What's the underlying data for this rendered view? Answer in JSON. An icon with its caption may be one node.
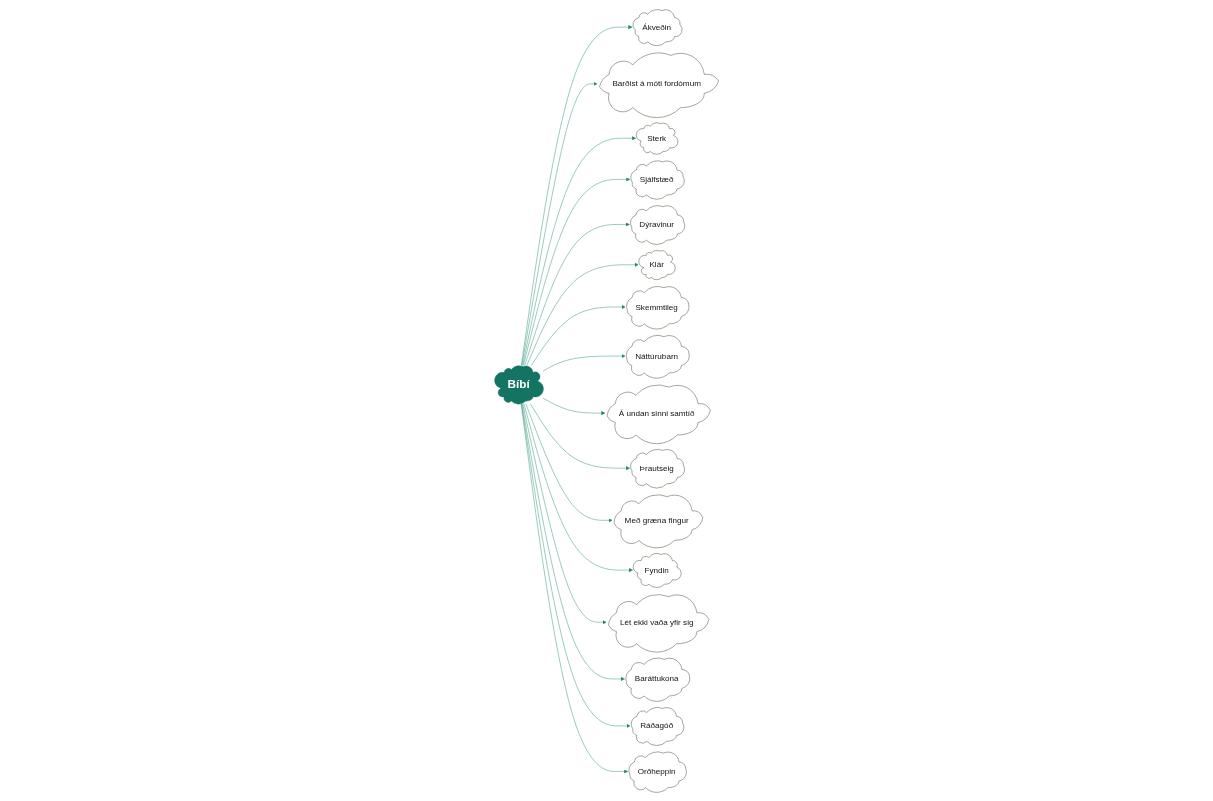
{
  "diagram": {
    "nodes": [
      {
        "text": [
          "Bíbí"
        ]
      },
      {
        "text": [
          "Ákveðin"
        ]
      },
      {
        "text": [
          "Barðist á móti fordómum"
        ]
      },
      {
        "text": [
          "Sterk"
        ]
      },
      {
        "text": [
          "Sjálfstæð"
        ]
      },
      {
        "text": [
          "Dýravinur"
        ]
      },
      {
        "text": [
          "Klár"
        ]
      },
      {
        "text": [
          "Skemmtileg"
        ]
      },
      {
        "text": [
          "Náttúrubarn"
        ]
      },
      {
        "text": [
          "Á undan sinni samtíð"
        ]
      },
      {
        "text": [
          "Þrautseig"
        ]
      },
      {
        "text": [
          "Með græna fingur"
        ]
      },
      {
        "text": [
          "Fyndin"
        ]
      },
      {
        "text": [
          "Lét ekki vaða yfir sig"
        ]
      },
      {
        "text": [
          "Baráttukona"
        ]
      },
      {
        "text": [
          "Ráðagóð"
        ]
      },
      {
        "text": [
          "Orðheppin"
        ]
      }
    ],
    "edges": [
      {
        "from": 0,
        "to": 1,
        "arrow": "to"
      },
      {
        "from": 0,
        "to": 2,
        "arrow": "to"
      },
      {
        "from": 0,
        "to": 3,
        "arrow": "to"
      },
      {
        "from": 0,
        "to": 4,
        "arrow": "to"
      },
      {
        "from": 0,
        "to": 5,
        "arrow": "to"
      },
      {
        "from": 0,
        "to": 6,
        "arrow": "to"
      },
      {
        "from": 0,
        "to": 7,
        "arrow": "to"
      },
      {
        "from": 0,
        "to": 8,
        "arrow": "to"
      },
      {
        "from": 0,
        "to": 9,
        "arrow": "to"
      },
      {
        "from": 0,
        "to": 10,
        "arrow": "to"
      },
      {
        "from": 0,
        "to": 11,
        "arrow": "to"
      },
      {
        "from": 0,
        "to": 12,
        "arrow": "to"
      },
      {
        "from": 0,
        "to": 13,
        "arrow": "to"
      },
      {
        "from": 0,
        "to": 14,
        "arrow": "to"
      },
      {
        "from": 0,
        "to": 15,
        "arrow": "to"
      },
      {
        "from": 0,
        "to": 16,
        "arrow": "to"
      }
    ]
  }
}
